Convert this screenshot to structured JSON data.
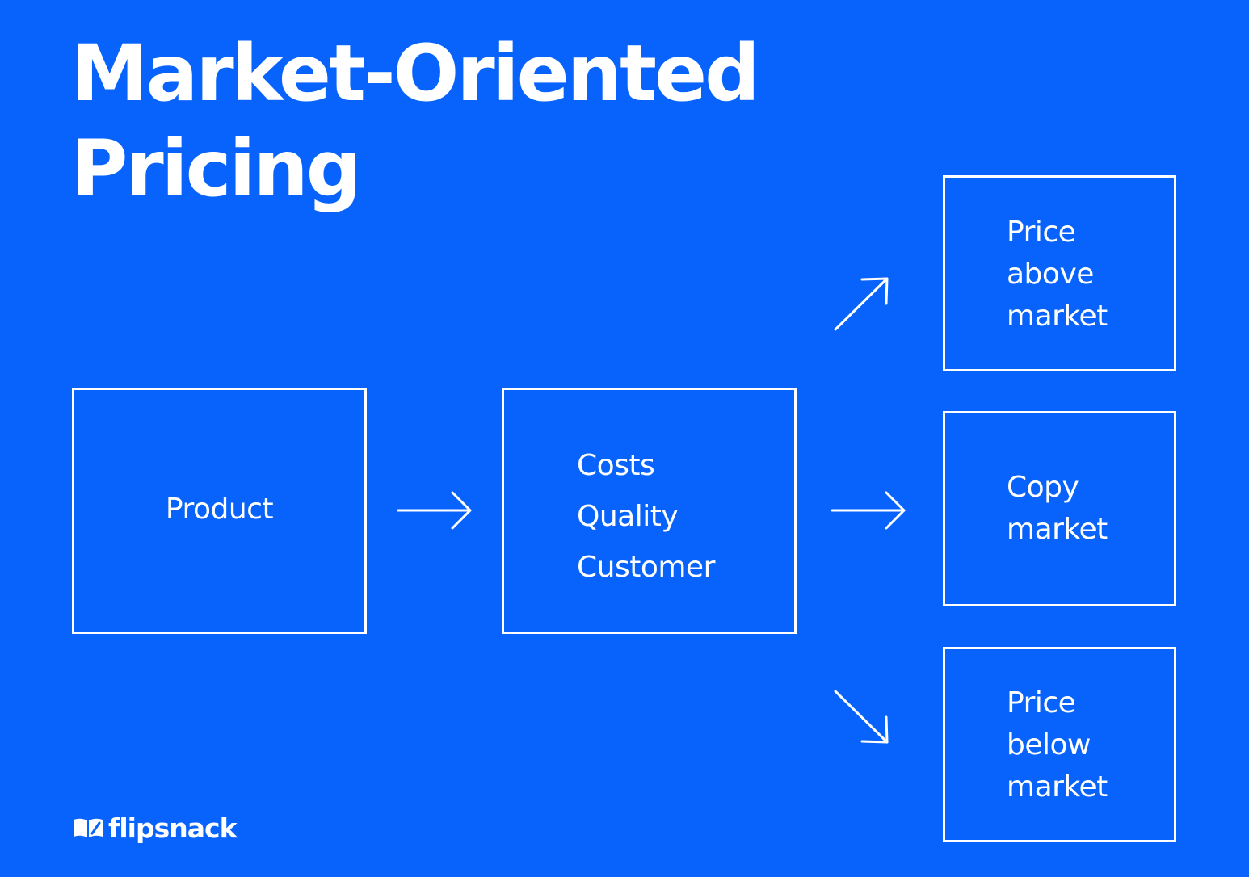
{
  "title": {
    "line1": "Market-Oriented",
    "line2": "Pricing"
  },
  "nodes": {
    "product": {
      "label": "Product"
    },
    "factors": {
      "lines": [
        "Costs",
        "Quality",
        "Customer"
      ]
    },
    "price_above": {
      "lines": [
        "Price",
        "above",
        "market"
      ]
    },
    "copy_market": {
      "lines": [
        "Copy",
        "market"
      ]
    },
    "price_below": {
      "lines": [
        "Price",
        "below",
        "market"
      ]
    }
  },
  "edges": [
    {
      "from": "product",
      "to": "factors",
      "direction": "right"
    },
    {
      "from": "factors",
      "to": "price_above",
      "direction": "up-right"
    },
    {
      "from": "factors",
      "to": "copy_market",
      "direction": "right"
    },
    {
      "from": "factors",
      "to": "price_below",
      "direction": "down-right"
    }
  ],
  "logo": {
    "text": "flipsnack",
    "icon": "flipsnack-book-icon"
  },
  "colors": {
    "background": "#0763fb",
    "foreground": "#ffffff"
  }
}
